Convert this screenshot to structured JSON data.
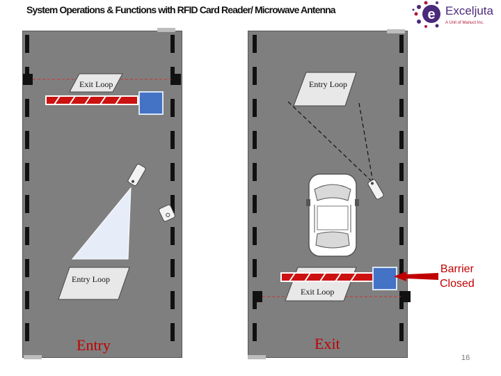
{
  "header": {
    "title": "System Operations & Functions with RFID Card Reader/ Microwave Antenna"
  },
  "logo": {
    "brand": "Exceljuta",
    "tagline": "A Unit of Manuct Inc.",
    "colors": {
      "purple": "#4a2a7a",
      "red": "#b0173a"
    }
  },
  "diagram": {
    "entry_lane": {
      "exit_loop_label": "Exit Loop",
      "entry_loop_label": "Entry Loop",
      "lane_label": "Entry"
    },
    "exit_lane": {
      "entry_loop_label": "Entry Loop",
      "exit_loop_label": "Exit Loop",
      "lane_label": "Exit",
      "barrier_callout": [
        "Barrier",
        "Closed"
      ]
    },
    "colors": {
      "road": "#7f7f7f",
      "barrier": "#cc1111",
      "reader_box": "#4472c4",
      "callout": "#c00000"
    }
  },
  "footer": {
    "page_number": "16"
  }
}
